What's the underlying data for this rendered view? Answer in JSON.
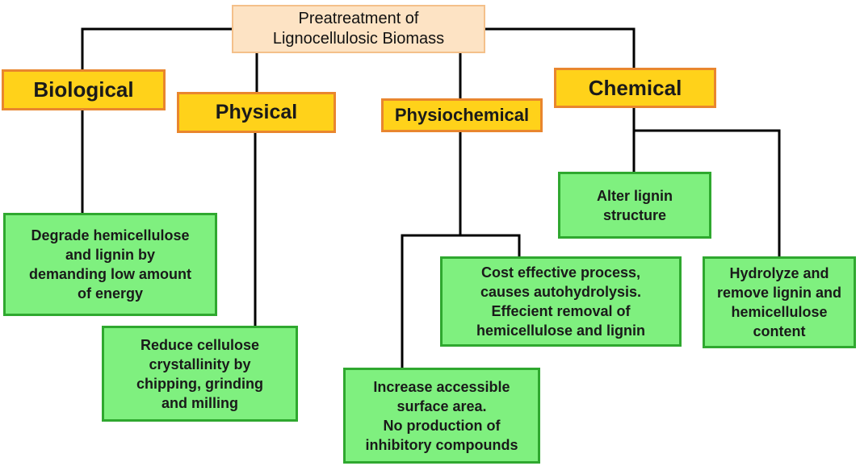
{
  "root": {
    "lines": [
      "Preatreatment of",
      "Lignocellulosic Biomass"
    ]
  },
  "categories": {
    "biological": "Biological",
    "physical": "Physical",
    "physiochemical": "Physiochemical",
    "chemical": "Chemical"
  },
  "leaves": {
    "biological_desc": [
      "Degrade hemicellulose",
      "and lignin by",
      "demanding low amount",
      "of energy"
    ],
    "physical_desc": [
      "Reduce cellulose",
      "crystallinity by",
      "chipping, grinding",
      "and milling"
    ],
    "physiochemical_desc_1": [
      "Increase accessible",
      "surface area.",
      "No production of",
      "inhibitory compounds"
    ],
    "physiochemical_desc_2": [
      "Cost effective process,",
      "causes autohydrolysis.",
      "Effecient removal of",
      "hemicellulose and lignin"
    ],
    "chemical_desc_1": [
      "Alter lignin",
      "structure"
    ],
    "chemical_desc_2": [
      "Hydrolyze and",
      "remove lignin and",
      "hemicellulose",
      "content"
    ]
  },
  "colors": {
    "root_fill": "#fde3c4",
    "category_fill": "#ffd21a",
    "category_border": "#e9862e",
    "leaf_fill": "#7ff07f",
    "leaf_border": "#2fa82f",
    "connector": "#000000"
  }
}
